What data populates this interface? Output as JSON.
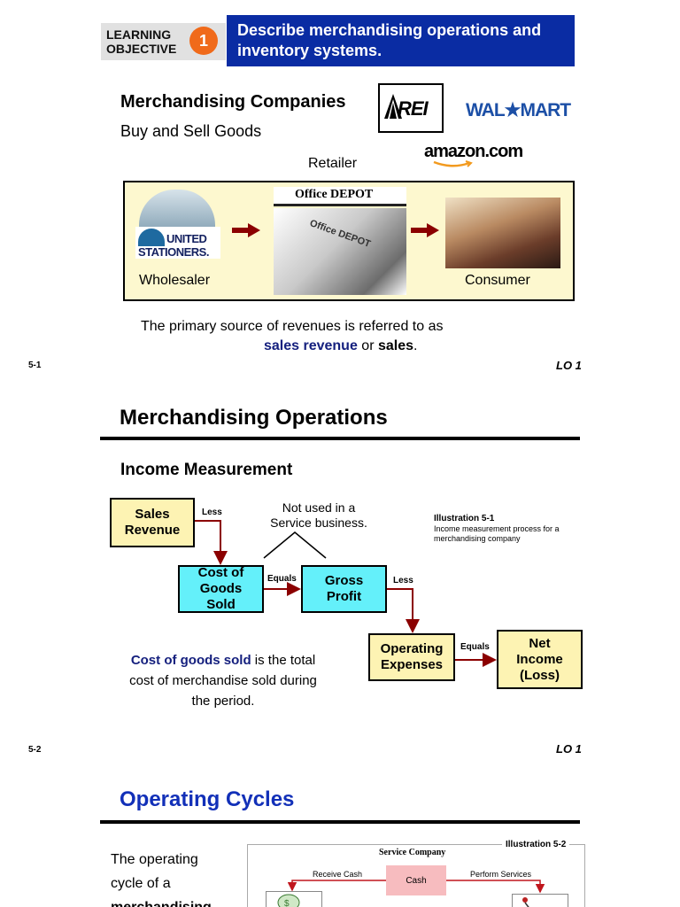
{
  "slide1": {
    "lo_label_line1": "LEARNING",
    "lo_label_line2": "OBJECTIVE",
    "lo_number": "1",
    "objective_line1": "Describe merchandising operations and",
    "objective_line2": "inventory systems.",
    "title": "Merchandising Companies",
    "subtitle": "Buy and Sell Goods",
    "logos": {
      "rei": "REI",
      "walmart": "WAL★MART",
      "amazon": "amazon.com",
      "united_stationers_line1": "UNITED",
      "united_stationers_line2": "STATIONERS.",
      "office_depot": "Office DEPOT",
      "office_depot_sign": "Office DEPOT"
    },
    "retailer_label": "Retailer",
    "wholesaler_label": "Wholesaler",
    "consumer_label": "Consumer",
    "revenue_line1": "The primary source of revenues is referred to as",
    "revenue_term1": "sales revenue",
    "revenue_or": " or ",
    "revenue_term2": "sales",
    "revenue_end": ".",
    "page": "5-1",
    "lo": "LO 1"
  },
  "slide2": {
    "title": "Merchandising Operations",
    "subtitle": "Income Measurement",
    "sales_revenue_line1": "Sales",
    "sales_revenue_line2": "Revenue",
    "cogs_line1": "Cost of",
    "cogs_line2": "Goods",
    "cogs_line3": "Sold",
    "gross_line1": "Gross",
    "gross_line2": "Profit",
    "opex_line1": "Operating",
    "opex_line2": "Expenses",
    "net_line1": "Net",
    "net_line2": "Income",
    "net_line3": "(Loss)",
    "less1": "Less",
    "equals1": "Equals",
    "less2": "Less",
    "equals2": "Equals",
    "not_used_line1": "Not used in a",
    "not_used_line2": "Service business.",
    "illustration_title": "Illustration 5-1",
    "illustration_desc": "Income measurement process for a merchandising company",
    "cogs_term": "Cost of goods sold",
    "cogs_def_1": " is the total",
    "cogs_def_2": "cost of merchandise sold during",
    "cogs_def_3": "the period.",
    "page": "5-2",
    "lo": "LO 1"
  },
  "slide3": {
    "title": "Operating Cycles",
    "text_line1": "The operating",
    "text_line2": "cycle of a",
    "text_line3": "merchandising",
    "illustration_title": "Illustration 5-2",
    "service_company": "Service Company",
    "receive_cash": "Receive Cash",
    "cash": "Cash",
    "perform_services": "Perform Services"
  },
  "colors": {
    "objective_blue": "#0a2ca3",
    "lo_orange": "#f06a1a",
    "term_blue": "#15207e",
    "title_blue": "#1230b8",
    "arrow_red": "#8b0000",
    "box_yellow": "#fdf3b3",
    "box_cyan": "#64f0fa"
  }
}
